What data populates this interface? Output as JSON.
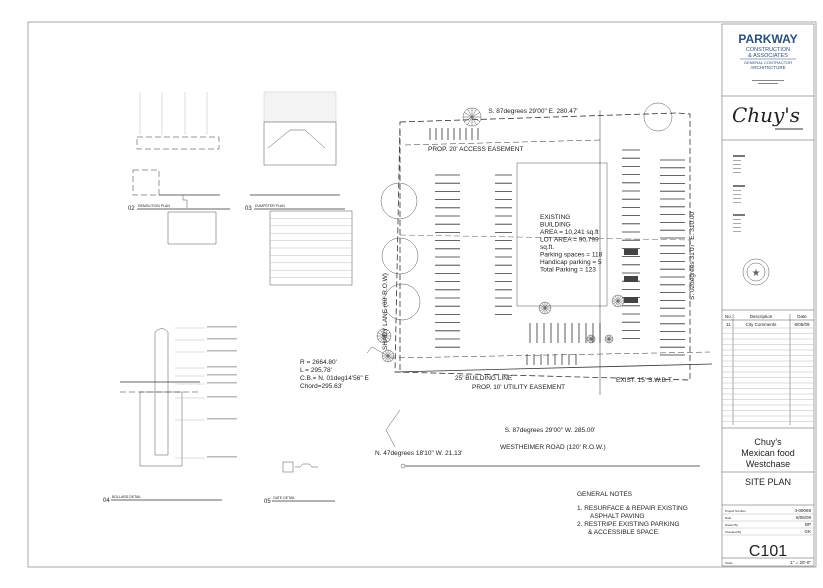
{
  "title_block": {
    "company": "PARKWAY",
    "company_sub1": "CONSTRUCTION",
    "company_sub2": "& ASSOCIATES",
    "company_sub3": "GENERAL CONTRACTOR",
    "company_sub4": "ARCHITECTURE",
    "client_logo": "Chuy's",
    "revisions": {
      "headers": [
        "No.",
        "Description",
        "Date"
      ],
      "rows": [
        [
          "11",
          "City Comments",
          "8/05/09"
        ]
      ]
    },
    "project_name_lines": [
      "Chuy's",
      "Mexican food",
      "Westchase"
    ],
    "sheet_title": "SITE PLAN",
    "info": [
      {
        "label": "Project Number",
        "value": "4-09069"
      },
      {
        "label": "Date",
        "value": "8/05/09"
      },
      {
        "label": "Drawn By",
        "value": "BP"
      },
      {
        "label": "Checked By",
        "value": "GK"
      }
    ],
    "sheet_number": "C101",
    "scale_label": "Scale",
    "scale_value": "1\" = 20'-0\""
  },
  "details": {
    "demolition": {
      "number": "02",
      "title": "DEMOLITION PLAN"
    },
    "dumpster": {
      "number": "03",
      "title": "DUMPSTER PLAN"
    },
    "bollard": {
      "number": "04",
      "title": "BOLLARD DETAIL"
    },
    "gate": {
      "number": "05",
      "title": "GATE DETAIL"
    }
  },
  "site_plan": {
    "north_bearing": "S. 87degrees 29'00\" E.  280.47'",
    "east_bearing": "S. 02degrees 31'07\" E.  310.00'",
    "south_bearing": "S. 87degrees 29'00\" W.  285.00'",
    "corner_bearing": "N. 47degrees 18'10\" W.  21.13'",
    "west_street": "SHADY LANE (60' R.O.W)",
    "south_street": "WESTHEIMER ROAD (120' R.O.W.)",
    "access_easement": "PROP. 20' ACCESS EASEMENT",
    "building_line": "25' BUILDING LINE",
    "utility_easement": "PROP. 10' UTILITY EASEMENT",
    "swbt": "EXIST. 15' S.W.B.T.",
    "curve": [
      "R = 2664.80'",
      "L = 295.78'",
      "C.B.= N. 01deg14'56\" E",
      "Chord=295.63'"
    ],
    "building_info": [
      "EXISTING",
      "BUILDING",
      "AREA = 10,241 sq.ft",
      "LOT AREA = 90,799",
      "sq.ft.",
      "Parking spaces = 118",
      "Handicap parking = 5",
      "Total Parking = 123"
    ]
  },
  "general_notes": {
    "title": "GENERAL NOTES",
    "lines": [
      "1. RESURFACE & REPAIR EXISTING",
      "ASPHALT PAVING",
      "2. RESTRIPE EXISTING PARKING",
      "& ACCESSIBLE SPACE."
    ]
  },
  "colors": {
    "brand": "#2a4f7a",
    "line": "#333333"
  }
}
